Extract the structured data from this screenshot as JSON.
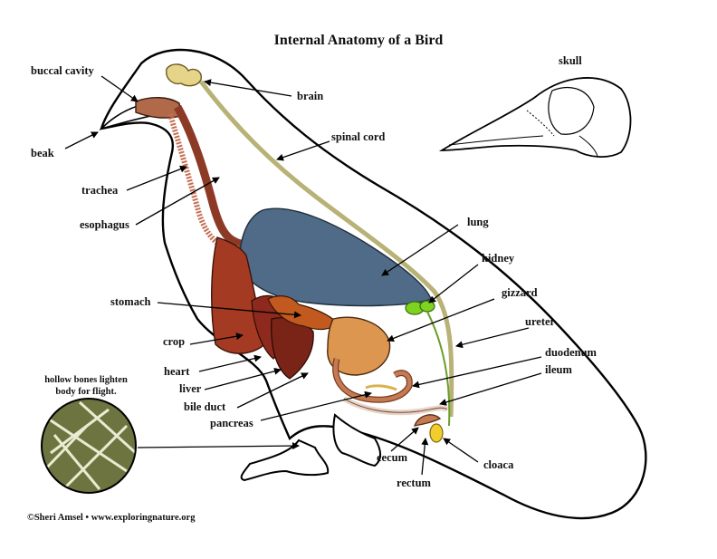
{
  "title": "Internal Anatomy of a Bird",
  "labels": {
    "buccal_cavity": "buccal cavity",
    "beak": "beak",
    "trachea": "trachea",
    "esophagus": "esophagus",
    "brain": "brain",
    "spinal_cord": "spinal cord",
    "skull": "skull",
    "lung": "lung",
    "kidney": "kidney",
    "gizzard": "gizzard",
    "ureter": "ureter",
    "duodenum": "duodenum",
    "ileum": "ileum",
    "stomach": "stomach",
    "crop": "crop",
    "heart": "heart",
    "liver": "liver",
    "bile_duct": "bile duct",
    "pancreas": "pancreas",
    "cecum": "cecum",
    "rectum": "rectum",
    "cloaca": "cloaca"
  },
  "inset_caption": [
    "hollow bones lighten",
    "body for flight."
  ],
  "credit": "©Sheri Amsel • www.exploringnature.org",
  "colors": {
    "lung": "#4f6b87",
    "crop": "#a53a22",
    "heart": "#8e2a1d",
    "liver": "#7a2418",
    "stomach": "#c2591f",
    "gizzard": "#dc9650",
    "intestine": "#c47a52",
    "kidney": "#7ed321",
    "cloaca": "#f2cd2e",
    "spinal_cord": "#b8b277",
    "trachea": "#c46e52",
    "bone": "#6e7440"
  }
}
